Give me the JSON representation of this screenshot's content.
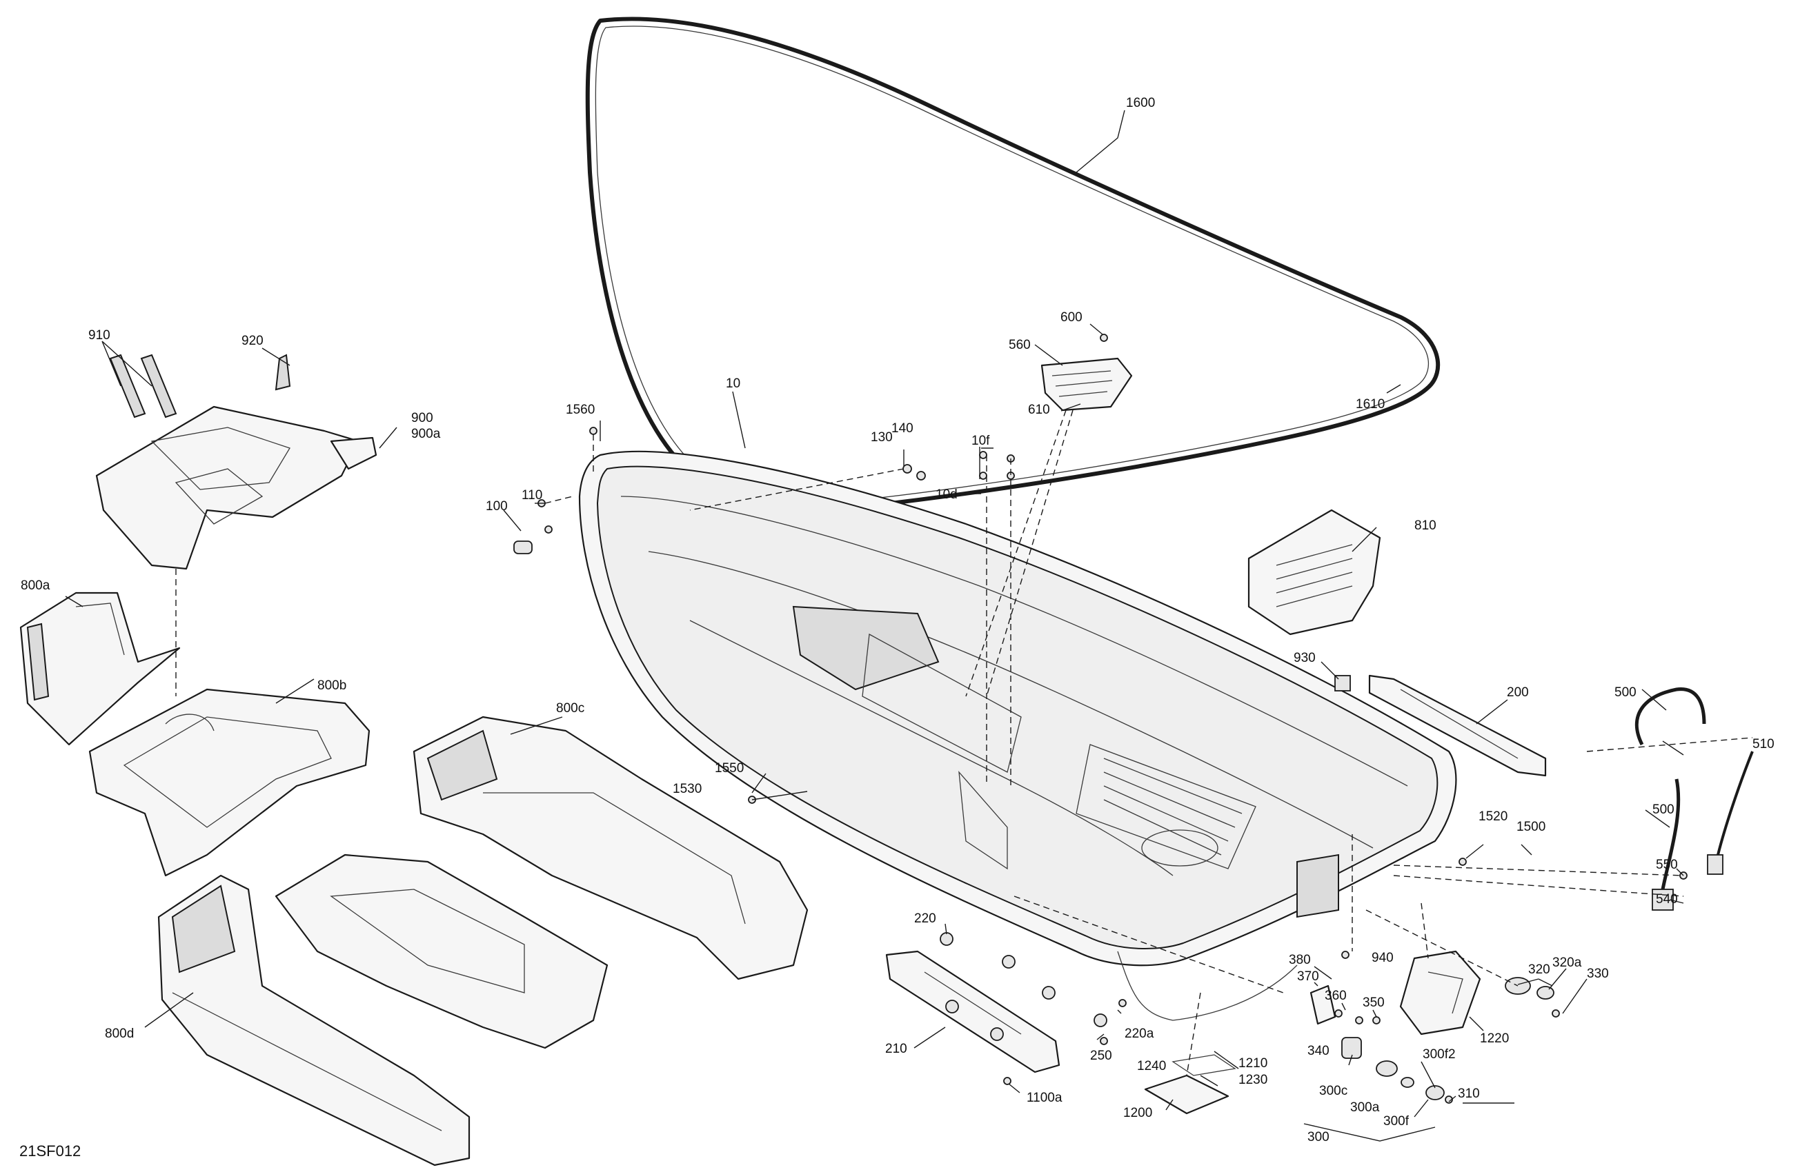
{
  "diagram": {
    "code": "21SF012",
    "labels": {
      "l1600": "1600",
      "l1610": "1610",
      "l600": "600",
      "l560": "560",
      "l610": "610",
      "l10": "10",
      "l10f": "10f",
      "l10d": "10d",
      "l130": "130",
      "l140": "140",
      "l1560": "1560",
      "l110": "110",
      "l100": "100",
      "l910": "910",
      "l920": "920",
      "l900": "900",
      "l900a": "900a",
      "l800a": "800a",
      "l800b": "800b",
      "l800c": "800c",
      "l800d": "800d",
      "l810": "810",
      "l930": "930",
      "l200": "200",
      "l500a": "500",
      "l510": "510",
      "l500b": "500",
      "l550": "550",
      "l540": "540",
      "l1550": "1550",
      "l1530": "1530",
      "l1520": "1520",
      "l1500": "1500",
      "l220": "220",
      "l210": "210",
      "l220a": "220a",
      "l250": "250",
      "l1100a": "1100a",
      "l380": "380",
      "l370": "370",
      "l360": "360",
      "l350": "350",
      "l940": "940",
      "l340": "340",
      "l320": "320",
      "l320a": "320a",
      "l330": "330",
      "l1220": "1220",
      "l1210": "1210",
      "l1230": "1230",
      "l1240": "1240",
      "l1200": "1200",
      "l300f2": "300f2",
      "l300c": "300c",
      "l300a": "300a",
      "l300f": "300f",
      "l310": "310",
      "l300": "300"
    }
  }
}
